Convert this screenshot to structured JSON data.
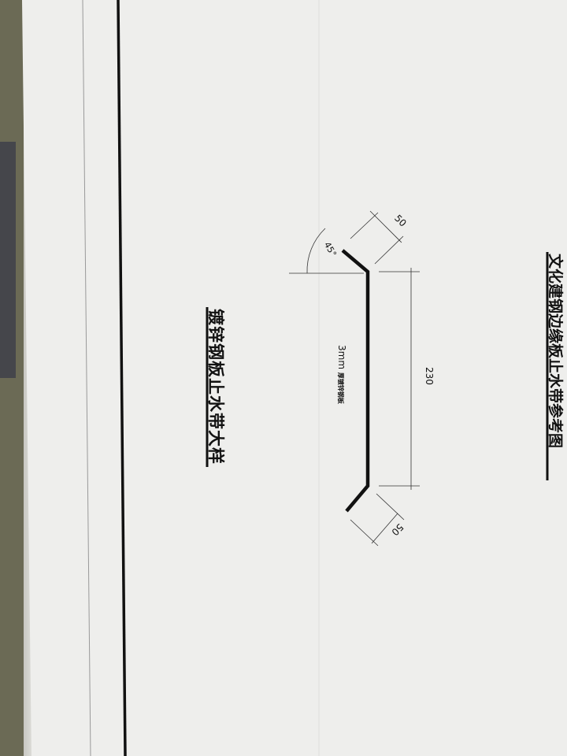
{
  "drawing": {
    "title": "镀锌钢板止水带大样",
    "partial_title_right": "文化建钢边缘板止水带参考图",
    "material_label_size": "3mm",
    "material_label_text": "厚镀锌钢板",
    "dim_top_flange": "50",
    "dim_web": "230",
    "dim_bottom_flange": "50",
    "angle": "45°"
  }
}
